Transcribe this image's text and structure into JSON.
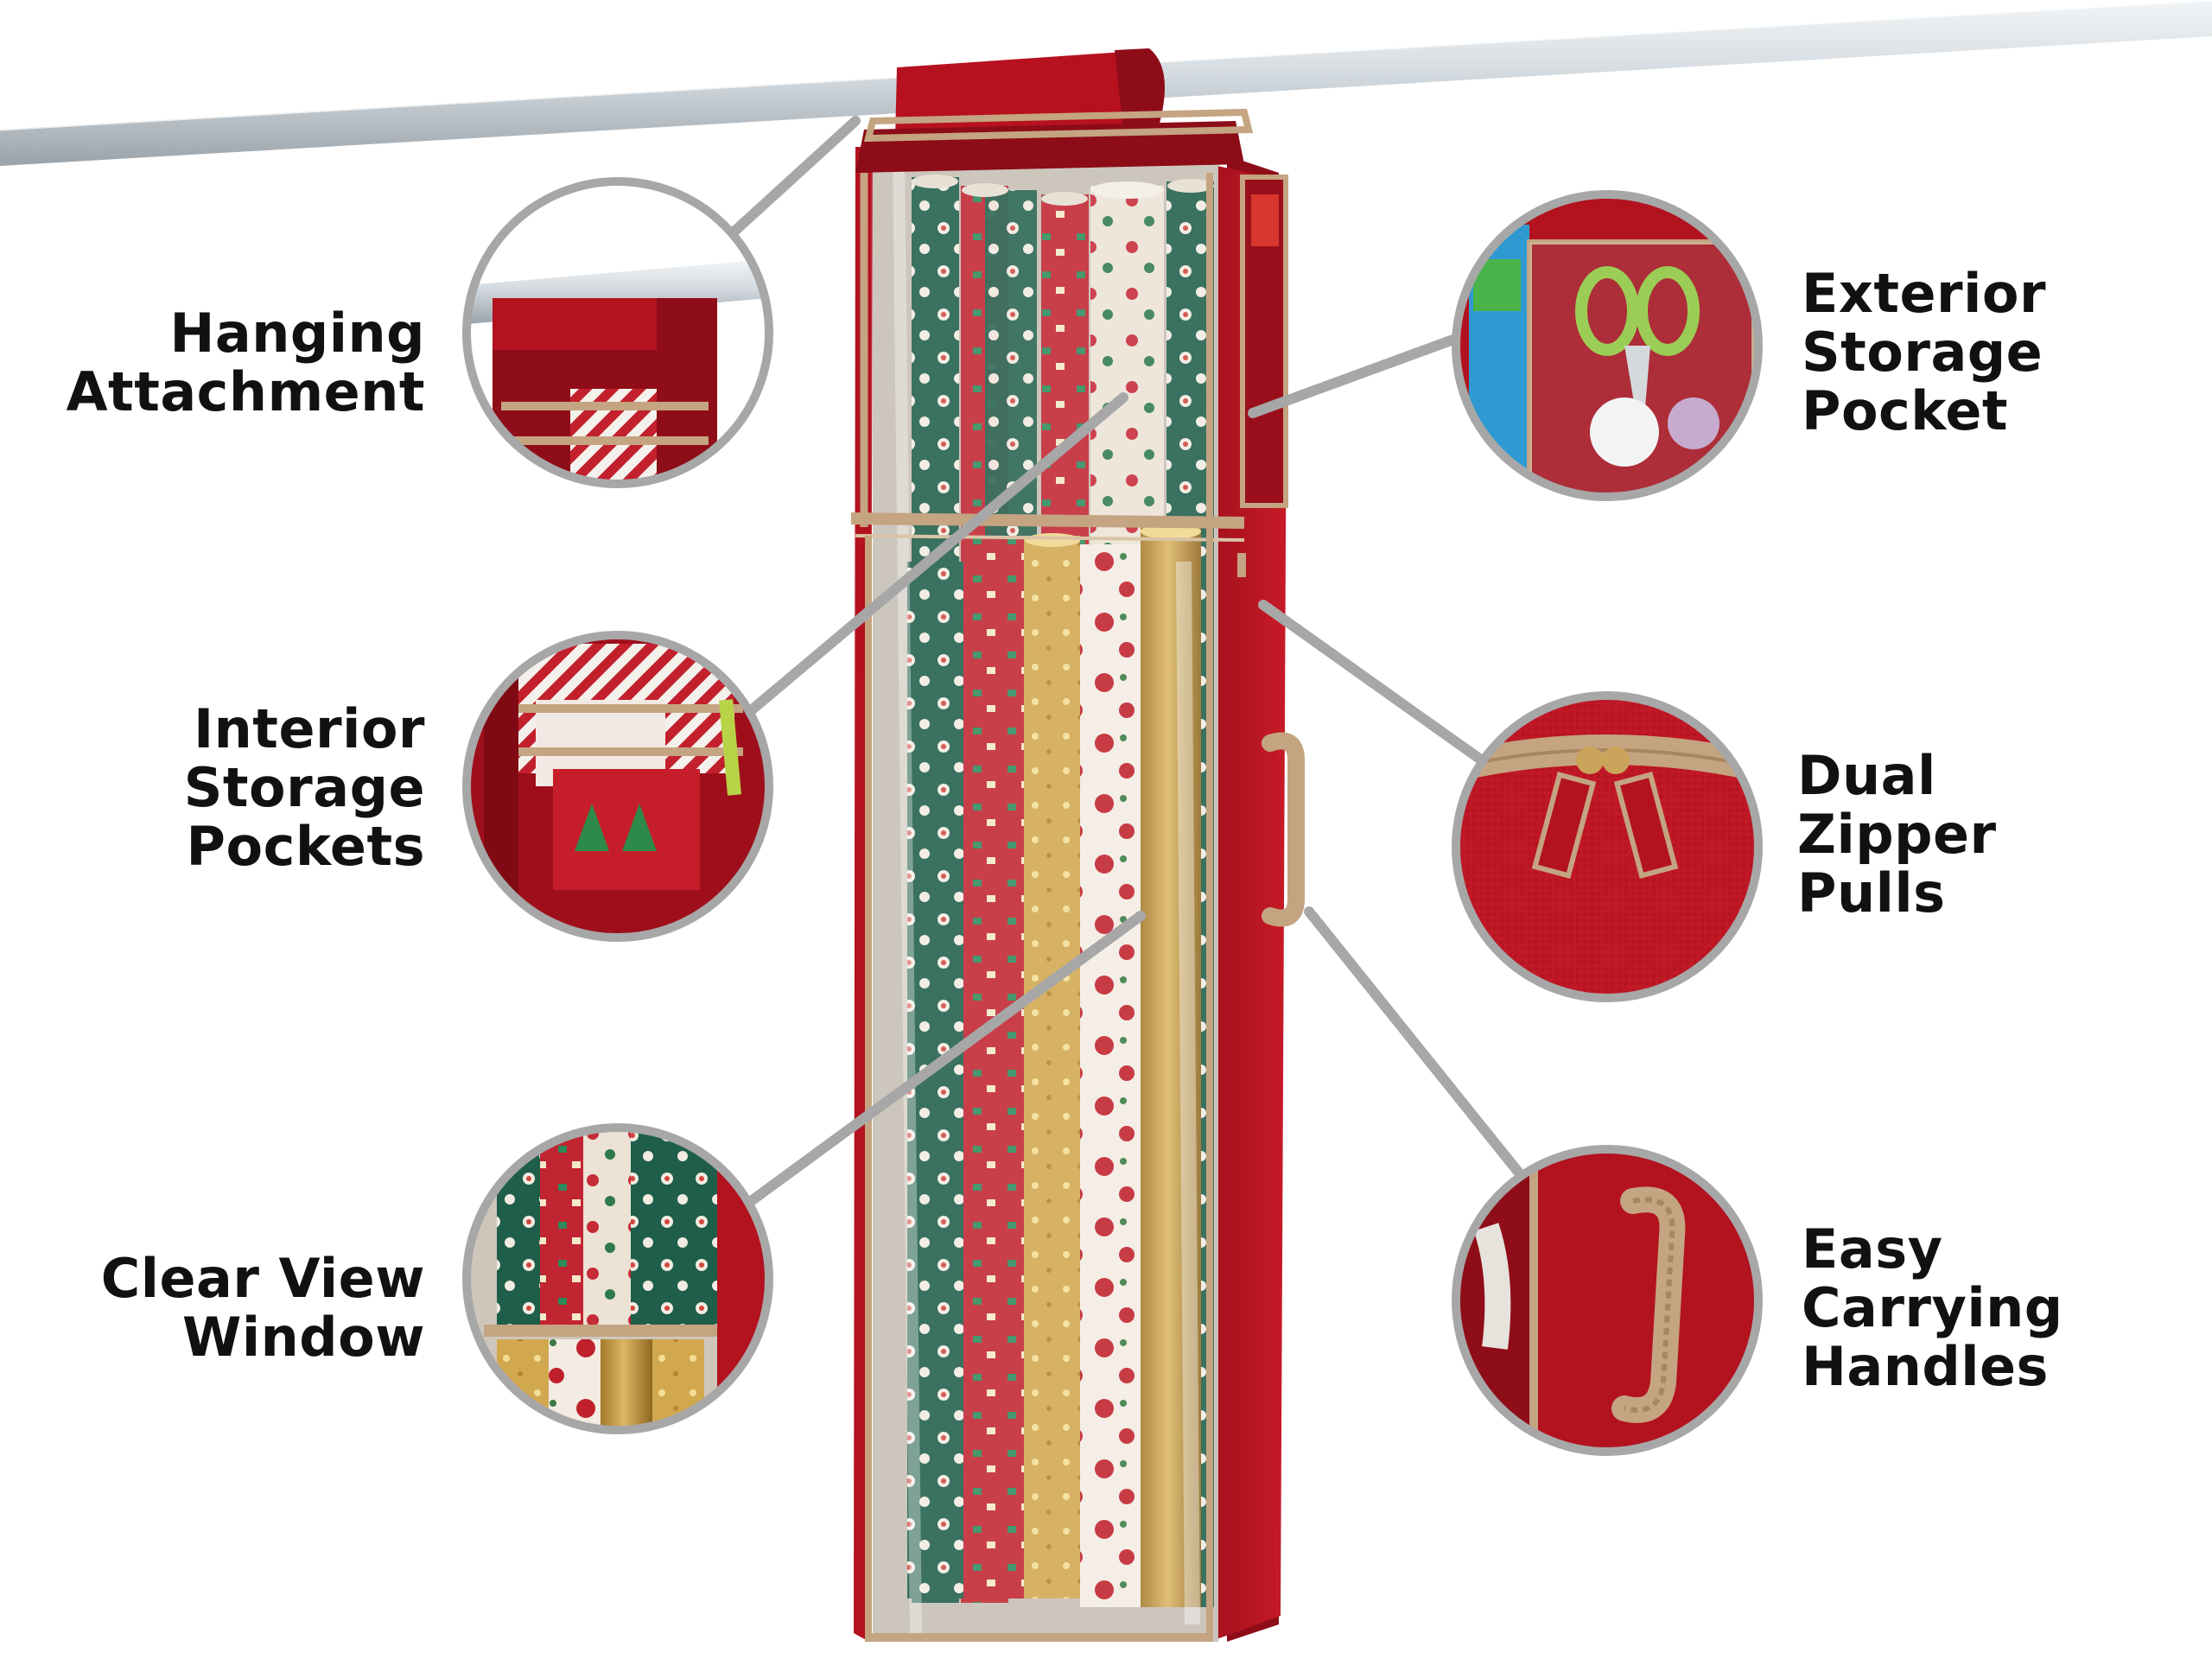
{
  "colors": {
    "background": "#ffffff",
    "bag_red": "#b3121f",
    "bag_red_dark": "#8e0c17",
    "trim_tan": "#c4a481",
    "rod_silver": "#cfd6dc",
    "callout_ring": "#a7a7a7",
    "text": "#111111"
  },
  "features": [
    {
      "id": "hanging-attachment",
      "lines": [
        "Hanging",
        "Attachment"
      ],
      "icon": "hanging-rod-detail"
    },
    {
      "id": "interior-storage-pockets",
      "lines": [
        "Interior",
        "Storage",
        "Pockets"
      ],
      "icon": "interior-pocket-detail"
    },
    {
      "id": "clear-view-window",
      "lines": [
        "Clear View",
        "Window"
      ],
      "icon": "clear-window-detail"
    },
    {
      "id": "exterior-storage-pocket",
      "lines": [
        "Exterior",
        "Storage",
        "Pocket"
      ],
      "icon": "scissors-pocket-detail"
    },
    {
      "id": "dual-zipper-pulls",
      "lines": [
        "Dual",
        "Zipper",
        "Pulls"
      ],
      "icon": "zipper-pulls-detail"
    },
    {
      "id": "easy-carrying-handles",
      "lines": [
        "Easy",
        "Carrying",
        "Handles"
      ],
      "icon": "carry-handle-detail"
    }
  ]
}
